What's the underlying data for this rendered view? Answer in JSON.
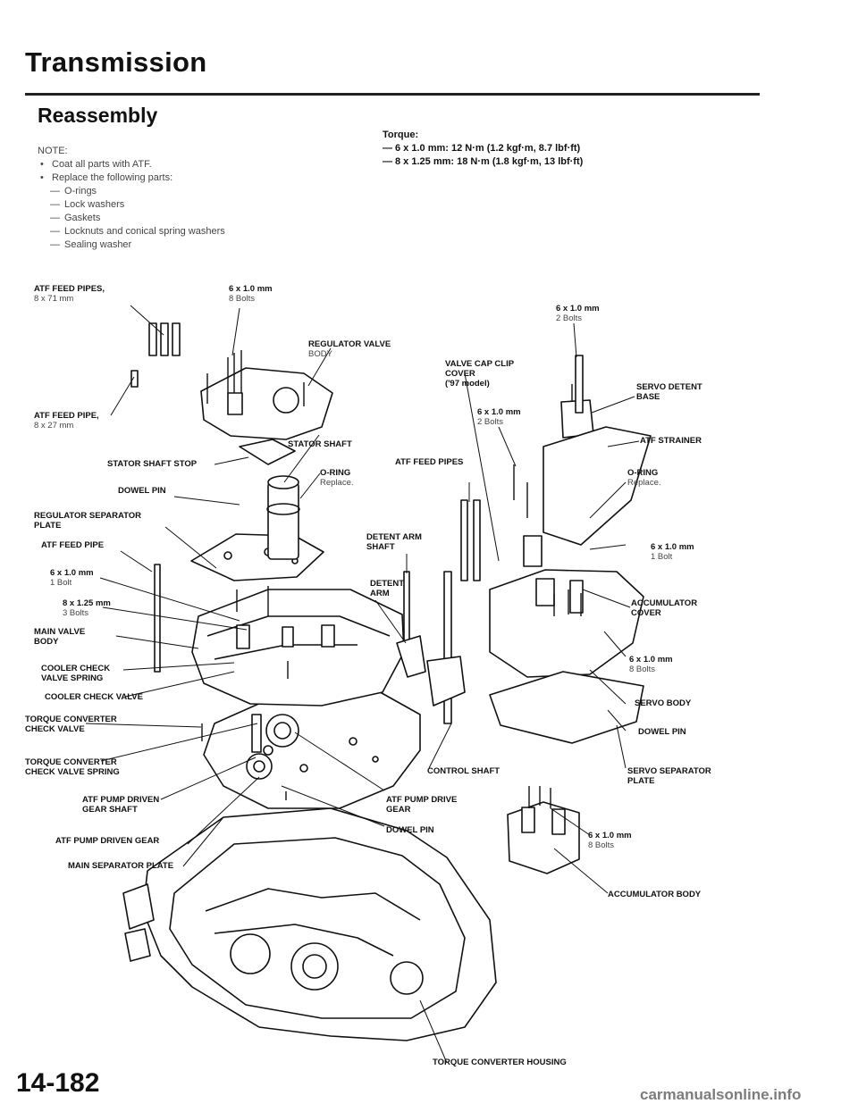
{
  "header": {
    "title": "Transmission",
    "subtitle": "Reassembly"
  },
  "notes": {
    "label": "NOTE:",
    "bullets": [
      "Coat all parts with ATF.",
      "Replace the following parts:"
    ],
    "replace_items": [
      "O-rings",
      "Lock washers",
      "Gaskets",
      "Locknuts and conical spring washers",
      "Sealing washer"
    ]
  },
  "torque": {
    "label": "Torque:",
    "lines": [
      "6 x 1.0 mm: 12 N·m (1.2 kgf·m, 8.7 lbf·ft)",
      "8 x 1.25 mm: 18 N·m (1.8 kgf·m, 13 lbf·ft)"
    ]
  },
  "labels": {
    "atf_feed_pipes_8x71": {
      "main": "ATF FEED PIPES,",
      "sub": "8 x 71 mm"
    },
    "bolts_6x10_8_top": {
      "main": "6 x 1.0 mm",
      "sub": "8 Bolts"
    },
    "regulator_valve_body": {
      "main": "REGULATOR VALVE",
      "sub": "BODY"
    },
    "bolts_6x10_2_right": {
      "main": "6 x 1.0 mm",
      "sub": "2 Bolts"
    },
    "valve_cap_clip_cover": {
      "main": "VALVE CAP CLIP",
      "sub": "COVER",
      "sub2": "('97 model)"
    },
    "servo_detent_base": {
      "main": "SERVO DETENT",
      "sub": "BASE"
    },
    "atf_feed_pipe_8x27": {
      "main": "ATF FEED PIPE,",
      "sub": "8 x 27 mm"
    },
    "bolts_6x10_2_mid": {
      "main": "6 x 1.0 mm",
      "sub": "2 Bolts"
    },
    "atf_strainer": {
      "main": "ATF STRAINER"
    },
    "stator_shaft": {
      "main": "STATOR SHAFT"
    },
    "stator_shaft_stop": {
      "main": "STATOR SHAFT STOP"
    },
    "oring_left": {
      "main": "O-RING",
      "sub": "Replace."
    },
    "atf_feed_pipes_mid": {
      "main": "ATF FEED PIPES"
    },
    "oring_right": {
      "main": "O-RING",
      "sub": "Replace."
    },
    "dowel_pin_top": {
      "main": "DOWEL PIN"
    },
    "regulator_separator_plate": {
      "main": "REGULATOR SEPARATOR",
      "sub": "PLATE"
    },
    "detent_arm_shaft": {
      "main": "DETENT ARM",
      "sub": "SHAFT"
    },
    "atf_feed_pipe": {
      "main": "ATF FEED PIPE"
    },
    "bolt_6x10_1_right": {
      "main": "6 x 1.0 mm",
      "sub": "1 Bolt"
    },
    "bolt_6x10_1_left": {
      "main": "6 x 1.0 mm",
      "sub": "1 Bolt"
    },
    "detent_arm": {
      "main": "DETENT",
      "sub": "ARM"
    },
    "bolts_8x125_3": {
      "main": "8 x 1.25 mm",
      "sub": "3 Bolts"
    },
    "accumulator_cover": {
      "main": "ACCUMULATOR",
      "sub": "COVER"
    },
    "main_valve_body": {
      "main": "MAIN VALVE",
      "sub": "BODY"
    },
    "bolts_6x10_8_right": {
      "main": "6 x 1.0 mm",
      "sub": "8 Bolts"
    },
    "cooler_check_valve_spring": {
      "main": "COOLER CHECK",
      "sub": "VALVE SPRING"
    },
    "cooler_check_valve": {
      "main": "COOLER CHECK VALVE"
    },
    "servo_body": {
      "main": "SERVO BODY"
    },
    "tc_check_valve": {
      "main": "TORQUE CONVERTER",
      "sub": "CHECK VALVE"
    },
    "dowel_pin_right": {
      "main": "DOWEL PIN"
    },
    "tc_check_valve_spring": {
      "main": "TORQUE CONVERTER",
      "sub": "CHECK VALVE SPRING"
    },
    "control_shaft": {
      "main": "CONTROL SHAFT"
    },
    "servo_separator_plate": {
      "main": "SERVO SEPARATOR",
      "sub": "PLATE"
    },
    "atf_pump_driven_gear_shaft": {
      "main": "ATF PUMP DRIVEN",
      "sub": "GEAR SHAFT"
    },
    "atf_pump_drive_gear": {
      "main": "ATF PUMP DRIVE",
      "sub": "GEAR"
    },
    "atf_pump_driven_gear": {
      "main": "ATF PUMP DRIVEN GEAR"
    },
    "dowel_pin_bottom": {
      "main": "DOWEL PIN"
    },
    "bolts_6x10_8_bottom": {
      "main": "6 x 1.0 mm",
      "sub": "8 Bolts"
    },
    "main_separator_plate": {
      "main": "MAIN SEPARATOR PLATE"
    },
    "accumulator_body": {
      "main": "ACCUMULATOR BODY"
    },
    "tc_housing": {
      "main": "TORQUE CONVERTER HOUSING"
    }
  },
  "footer": {
    "page_number": "14-182",
    "watermark": "carmanualsonline.info"
  }
}
